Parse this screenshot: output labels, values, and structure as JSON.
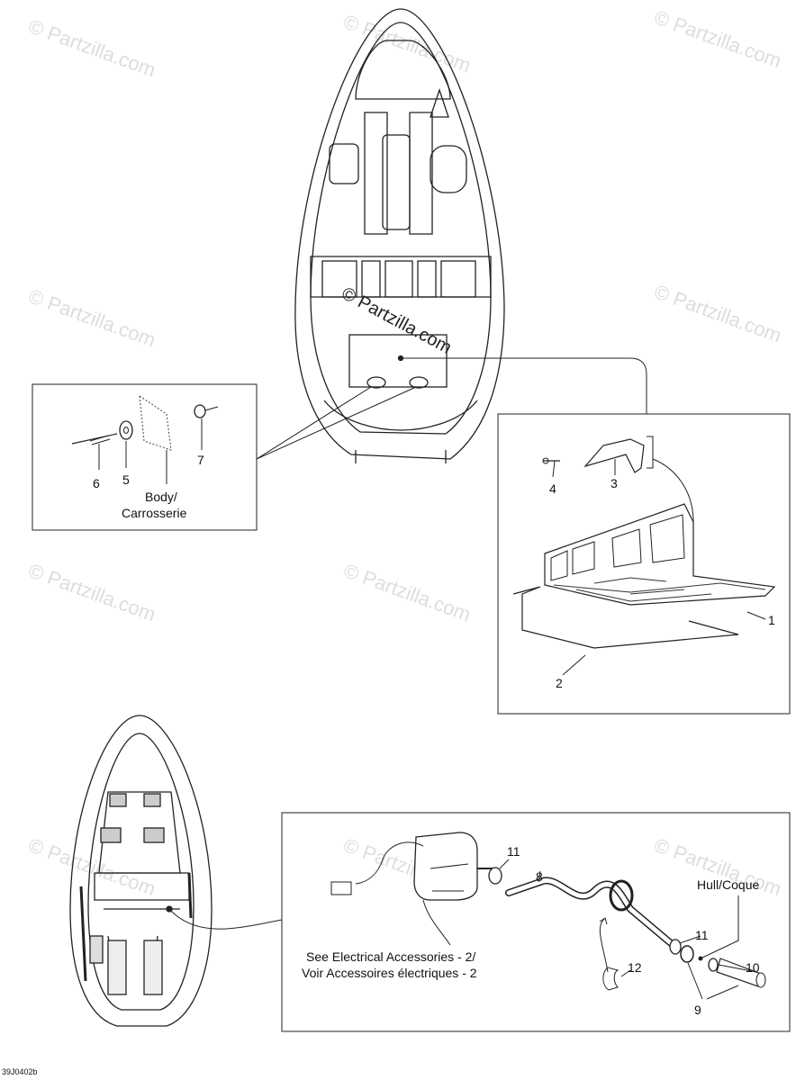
{
  "watermark": {
    "text": "© Partzilla.com",
    "main_text": "© Partzilla.com"
  },
  "callouts": {
    "c1": "1",
    "c2": "2",
    "c3": "3",
    "c4": "4",
    "c5": "5",
    "c6": "6",
    "c7": "7",
    "c8": "8",
    "c9": "9",
    "c10": "10",
    "c11a": "11",
    "c11b": "11",
    "c12": "12"
  },
  "labels": {
    "body_line1": "Body/",
    "body_line2": "Carrosserie",
    "hull": "Hull/Coque",
    "see_elec_1": "See Electrical Accessories - 2/",
    "see_elec_2": "Voir Accessoires électriques - 2"
  },
  "diagram_code": "39J0402b"
}
